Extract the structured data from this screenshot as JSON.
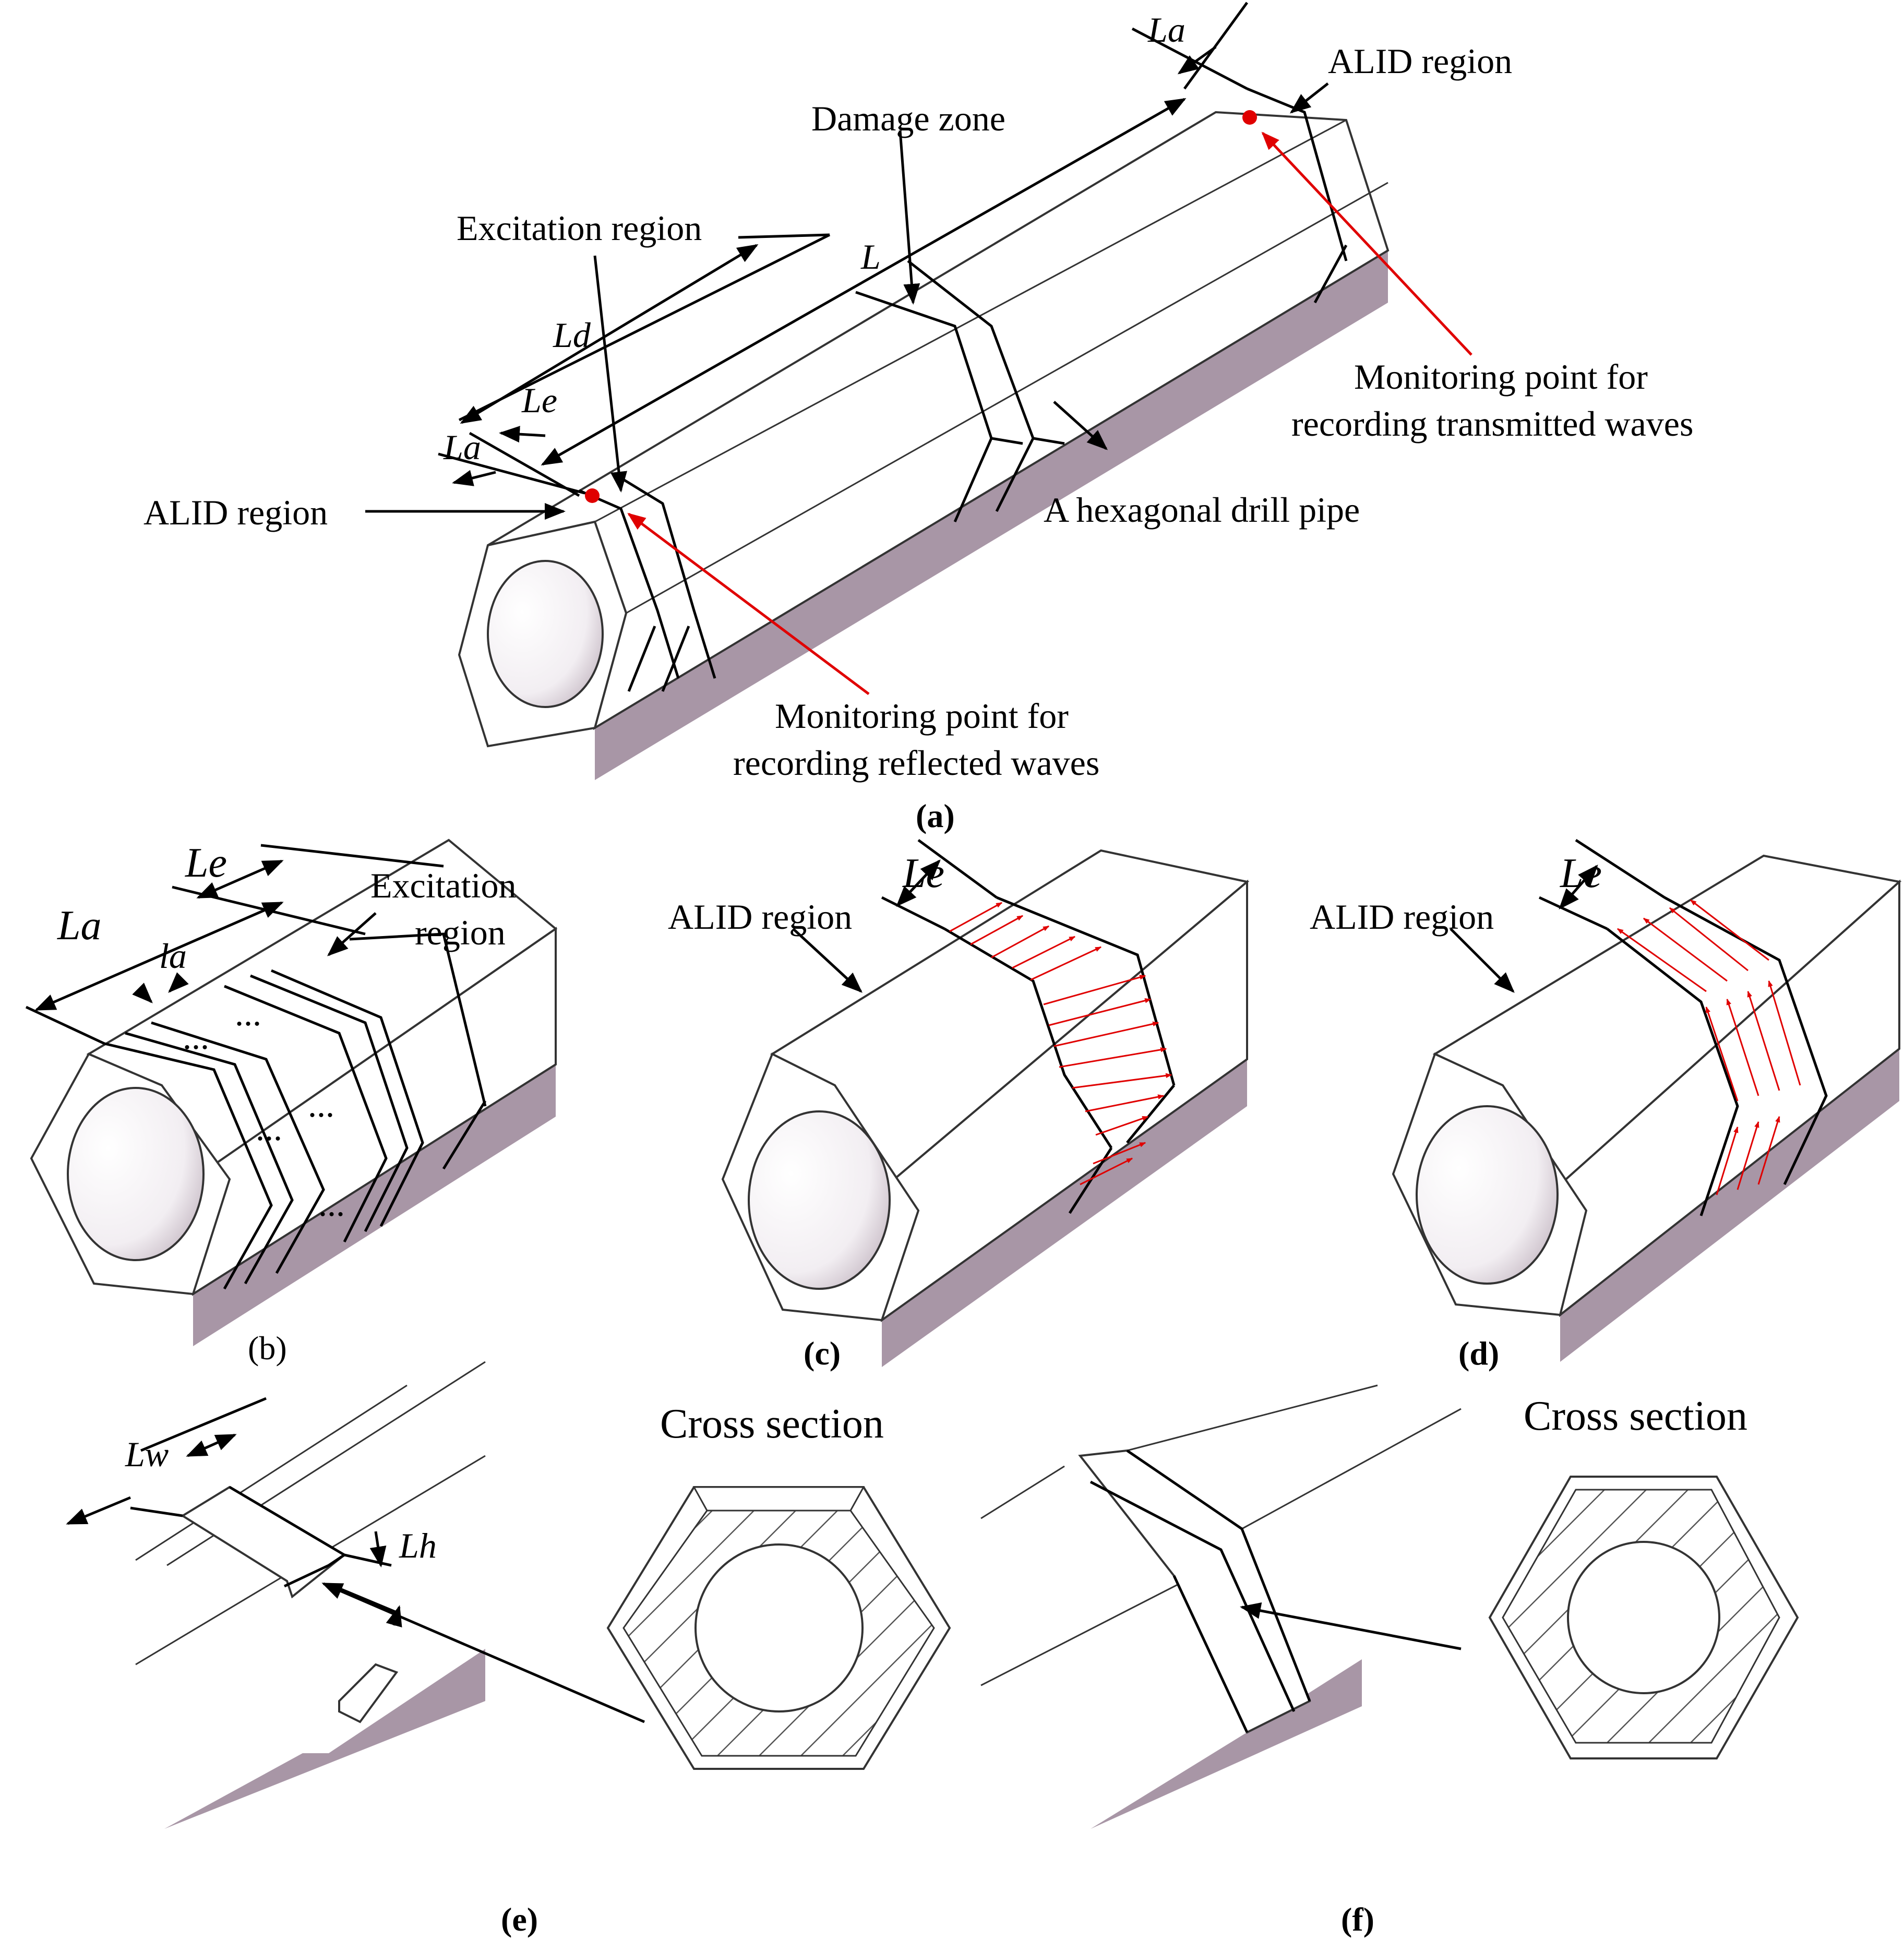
{
  "colors": {
    "pipe_side": "#a896a6",
    "pipe_shadow": "#8c7a8a",
    "red": "#e00000",
    "line": "#000000"
  },
  "panel_a": {
    "caption": "(a)",
    "alid_region_right": "ALID region",
    "alid_region_left": "ALID region",
    "damage_zone": "Damage zone",
    "excitation_region": "Excitation region",
    "dim_L": "L",
    "dim_Ld": "Ld",
    "dim_Le": "Le",
    "dim_La_left": "La",
    "dim_La_right": "La",
    "pipe_label": "A hexagonal drill pipe",
    "transmitted_line1": "Monitoring point for",
    "transmitted_line2": "recording transmitted waves",
    "reflected_line1": "Monitoring point for",
    "reflected_line2": "recording reflected waves"
  },
  "panel_b": {
    "caption": "(b)",
    "dim_La": "La",
    "dim_Le": "Le",
    "dim_la": "la",
    "excitation_line1": "Excitation",
    "excitation_line2": "region",
    "dots": "..."
  },
  "panel_c": {
    "caption": "(c)",
    "alid_region": "ALID region",
    "dim_Le": "Le"
  },
  "panel_d": {
    "caption": "(d)",
    "alid_region": "ALID region",
    "dim_Le": "Le"
  },
  "panel_e": {
    "caption": "(e)",
    "cross_section": "Cross section",
    "dim_Lw": "Lw",
    "dim_Lh": "Lh"
  },
  "panel_f": {
    "caption": "(f)",
    "cross_section": "Cross section"
  }
}
